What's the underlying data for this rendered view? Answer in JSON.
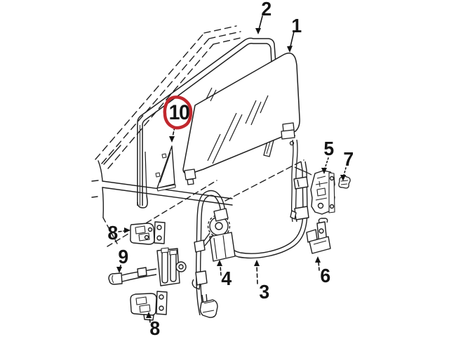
{
  "diagram": {
    "background_color": "#ffffff",
    "line_color": "#1f1f1f",
    "highlight_color": "#c1272d",
    "callouts": [
      {
        "label": "1",
        "highlighted": false
      },
      {
        "label": "2",
        "highlighted": false
      },
      {
        "label": "3",
        "highlighted": false
      },
      {
        "label": "4",
        "highlighted": false
      },
      {
        "label": "5",
        "highlighted": false
      },
      {
        "label": "6",
        "highlighted": false
      },
      {
        "label": "7",
        "highlighted": false
      },
      {
        "label": "8",
        "highlighted": false
      },
      {
        "label": "8",
        "highlighted": false
      },
      {
        "label": "9",
        "highlighted": false
      },
      {
        "label": "10",
        "highlighted": true
      }
    ]
  }
}
